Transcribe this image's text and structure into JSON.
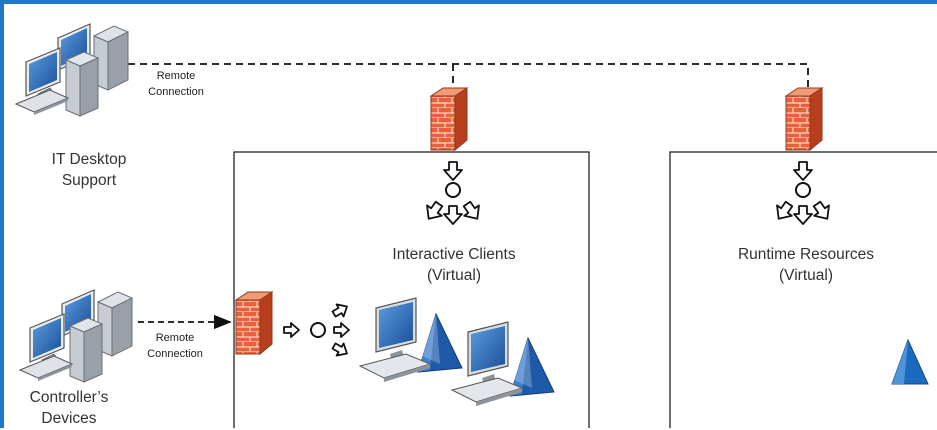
{
  "nodes": {
    "it_support": {
      "line1": "IT Desktop",
      "line2": "Support"
    },
    "controller": {
      "line1": "Controller’s",
      "line2": "Devices"
    },
    "interactive": {
      "line1": "Interactive Clients",
      "line2": "(Virtual)"
    },
    "runtime": {
      "line1": "Runtime Resources",
      "line2": "(Virtual)"
    }
  },
  "connections": {
    "top": {
      "line1": "Remote",
      "line2": "Connection"
    },
    "bottom": {
      "line1": "Remote",
      "line2": "Connection"
    }
  },
  "colors": {
    "frame": "#1f78c8",
    "firewall": "#e8613a",
    "firewall_dark": "#b83f1e",
    "monitor_blue": "#1e5aa8",
    "server_gray": "#8a8f97",
    "accent_triangle": "#1a6bbf"
  },
  "icons": {
    "desktop": "desktop-computers-icon",
    "firewall": "firewall-icon",
    "thin_client": "thin-client-icon",
    "server_rack": "blade-server-icon"
  }
}
